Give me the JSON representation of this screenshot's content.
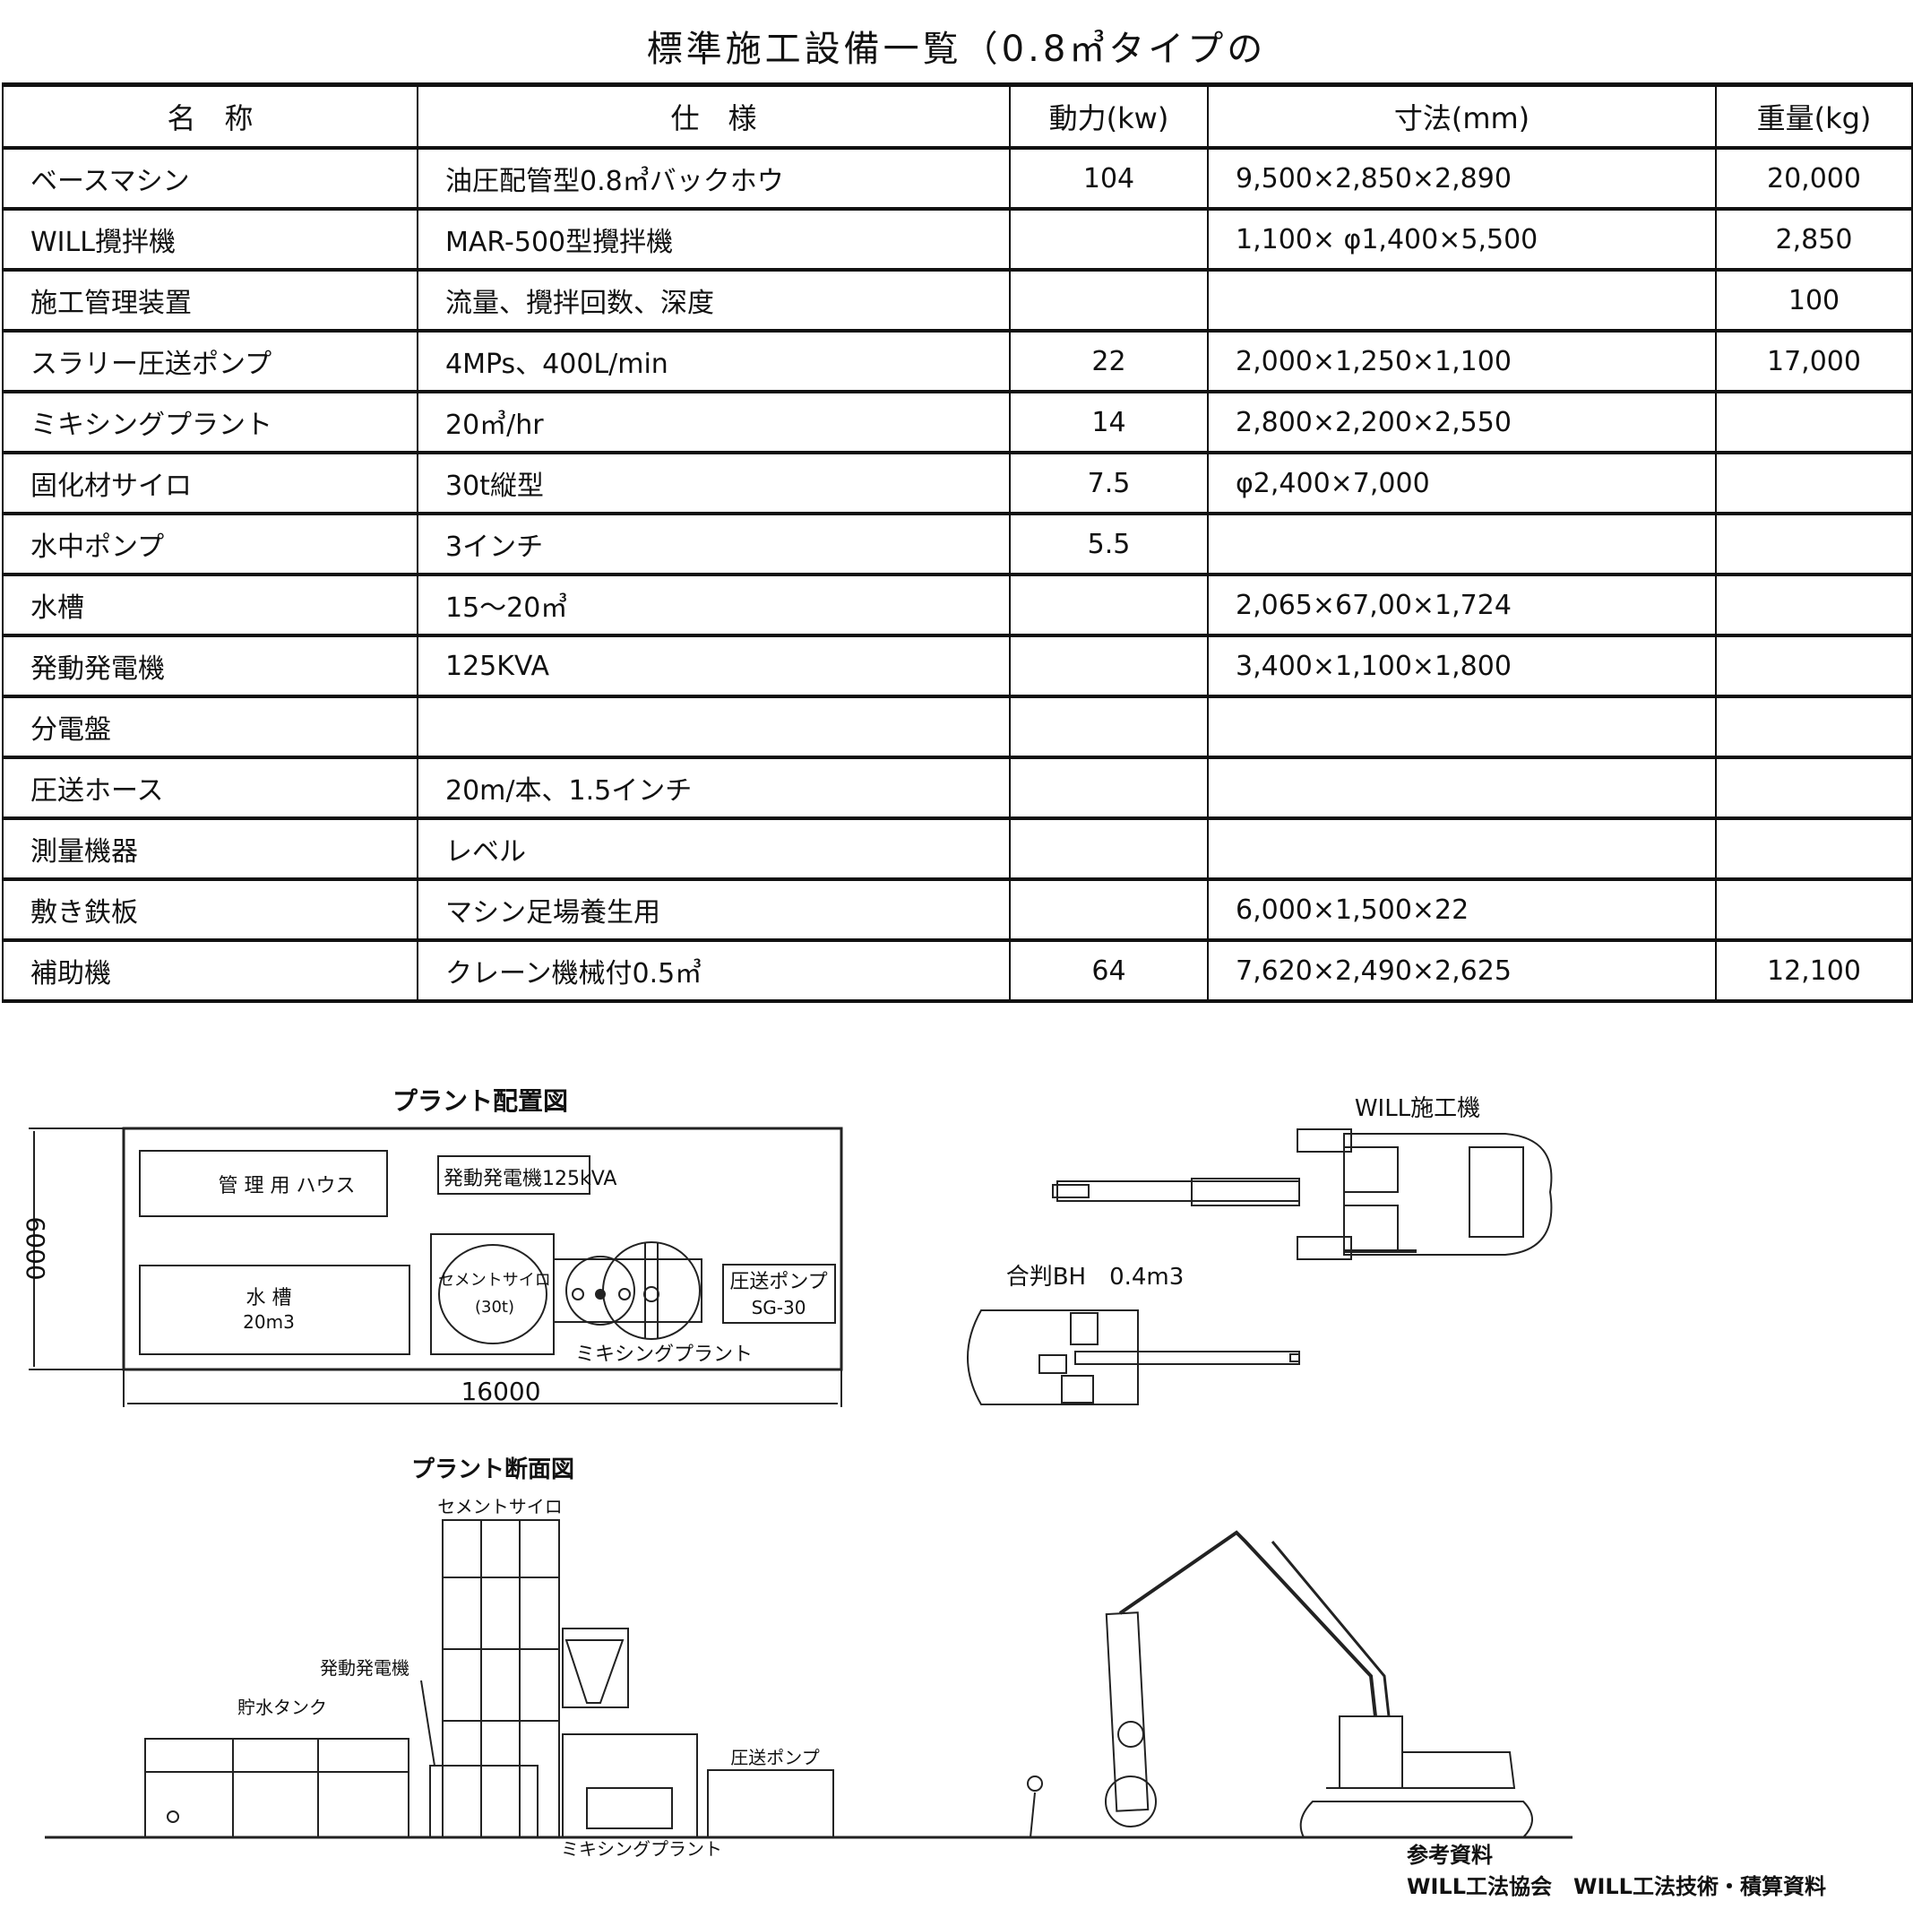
{
  "title": "標準施工設備一覧（0.8㎥タイプの",
  "table": {
    "headers": [
      "名　称",
      "仕　様",
      "動力(kw)",
      "寸法(mm)",
      "重量(kg)"
    ],
    "rows": [
      [
        "ベースマシン",
        "油圧配管型0.8㎥バックホウ",
        "104",
        "9,500×2,850×2,890",
        "20,000"
      ],
      [
        "WILL攪拌機",
        "MAR-500型攪拌機",
        "",
        "1,100× φ1,400×5,500",
        "2,850"
      ],
      [
        "施工管理装置",
        "流量、攪拌回数、深度",
        "",
        "",
        "100"
      ],
      [
        "スラリー圧送ポンプ",
        "4MPs、400L/min",
        "22",
        "2,000×1,250×1,100",
        "17,000"
      ],
      [
        "ミキシングプラント",
        "20㎥/hr",
        "14",
        "2,800×2,200×2,550",
        ""
      ],
      [
        "固化材サイロ",
        "30t縦型",
        "7.5",
        "φ2,400×7,000",
        ""
      ],
      [
        "水中ポンプ",
        "3インチ",
        "5.5",
        "",
        ""
      ],
      [
        "水槽",
        "15～20㎥",
        "",
        "2,065×67,00×1,724",
        ""
      ],
      [
        "発動発電機",
        "125KVA",
        "",
        "3,400×1,100×1,800",
        ""
      ],
      [
        "分電盤",
        "",
        "",
        "",
        ""
      ],
      [
        "圧送ホース",
        "20m/本、1.5インチ",
        "",
        "",
        ""
      ],
      [
        "測量機器",
        "レベル",
        "",
        "",
        ""
      ],
      [
        "敷き鉄板",
        "マシン足場養生用",
        "",
        "6,000×1,500×22",
        ""
      ],
      [
        "補助機",
        "クレーン機械付0.5㎥",
        "64",
        "7,620×2,490×2,625",
        "12,100"
      ]
    ]
  },
  "layout": {
    "title": "プラント配置図",
    "house": "管 理 用 ハウス",
    "generator": "発動発電機125kVA",
    "tank": "水 槽",
    "tank_size": "20m3",
    "silo": "セメントサイロ",
    "silo_size": "(30t)",
    "pump": "圧送ポンプ",
    "pump_model": "SG-30",
    "mixing": "ミキシングプラント",
    "height": "6000",
    "width": "16000"
  },
  "machines": {
    "will": "WILL施工機",
    "bh": "合判BH　0.4m3"
  },
  "section": {
    "title": "プラント断面図",
    "silo": "セメントサイロ",
    "generator": "発動発電機",
    "water_tank": "貯水タンク",
    "pump": "圧送ポンプ",
    "mixing": "ミキシングプラント"
  },
  "reference": {
    "label": "参考資料",
    "source": "WILL工法協会　WILL工法技術・積算資料"
  }
}
